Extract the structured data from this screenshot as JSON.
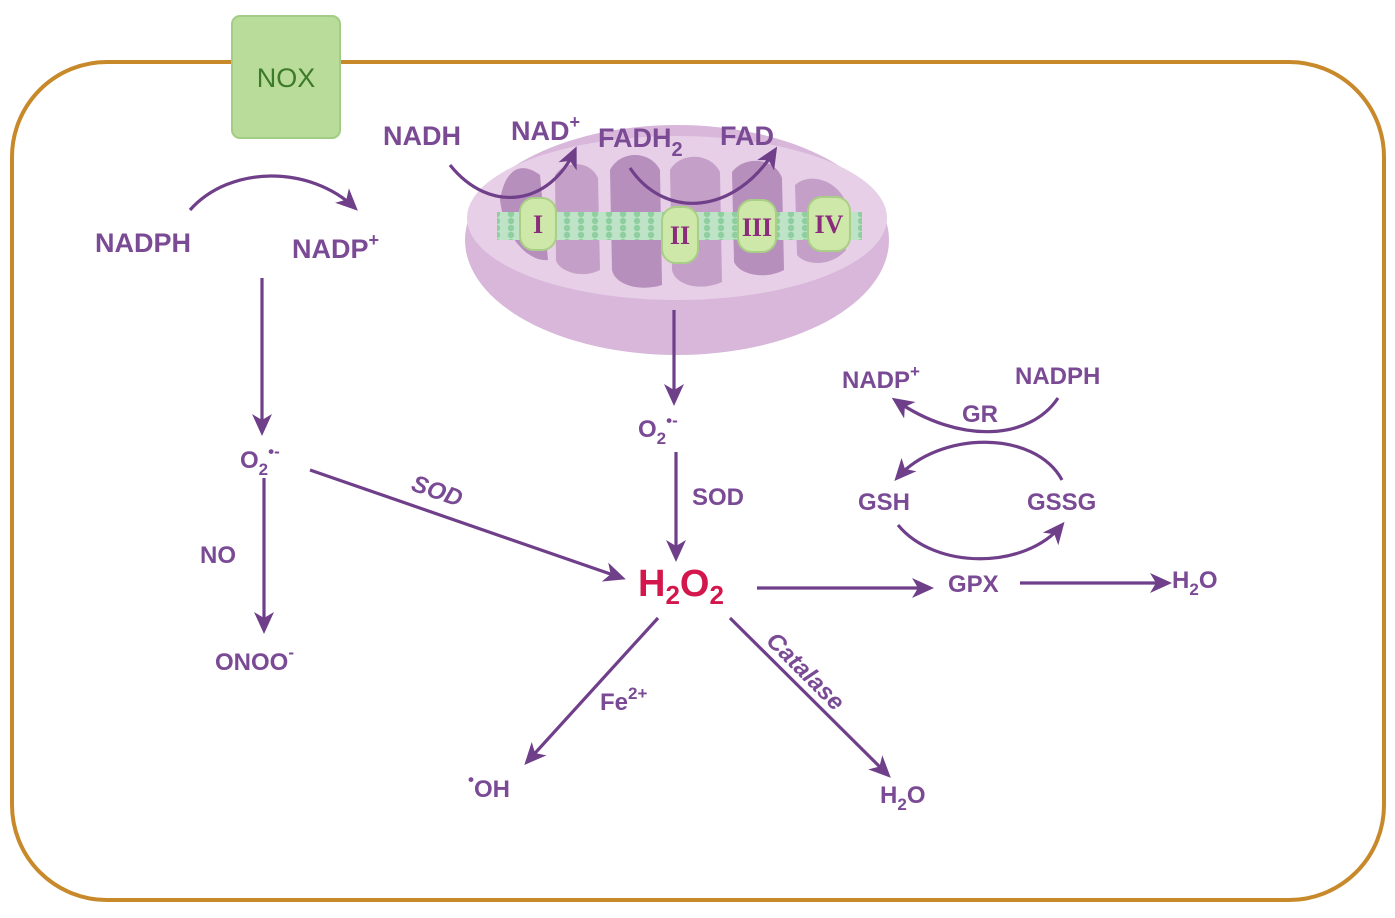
{
  "nox": "NOX",
  "mito": {
    "nadh": "NADH",
    "nad_plus": "NAD",
    "nad_plus_sup": "+",
    "fadh2": "FADH",
    "fadh2_sub": "2",
    "fad": "FAD",
    "complexes": [
      "I",
      "II",
      "III",
      "IV"
    ]
  },
  "nox_pathway": {
    "nadph": "NADPH",
    "nadp": "NADP",
    "nadp_sup": "+",
    "superoxide": "O",
    "superoxide_sub": "2",
    "superoxide_sup": "•-",
    "no": "NO",
    "peroxynitrite": "ONOO",
    "peroxynitrite_sup": "-",
    "sod": "SOD"
  },
  "mito_pathway": {
    "superoxide": "O",
    "superoxide_sub": "2",
    "superoxide_sup": "•-",
    "sod": "SOD"
  },
  "h2o2": {
    "h": "H",
    "sub1": "2",
    "o": "O",
    "sub2": "2"
  },
  "fenton": {
    "fe": "Fe",
    "fe_sup": "2+",
    "oh_dot": "•",
    "oh": "OH"
  },
  "catalase": {
    "label": "Catalase",
    "h": "H",
    "sub": "2",
    "o": "O"
  },
  "glutathione": {
    "nadp": "NADP",
    "nadp_sup": "+",
    "nadph": "NADPH",
    "gr": "GR",
    "gsh": "GSH",
    "gssg": "GSSG",
    "gpx": "GPX",
    "h": "H",
    "sub": "2",
    "o": "O"
  }
}
